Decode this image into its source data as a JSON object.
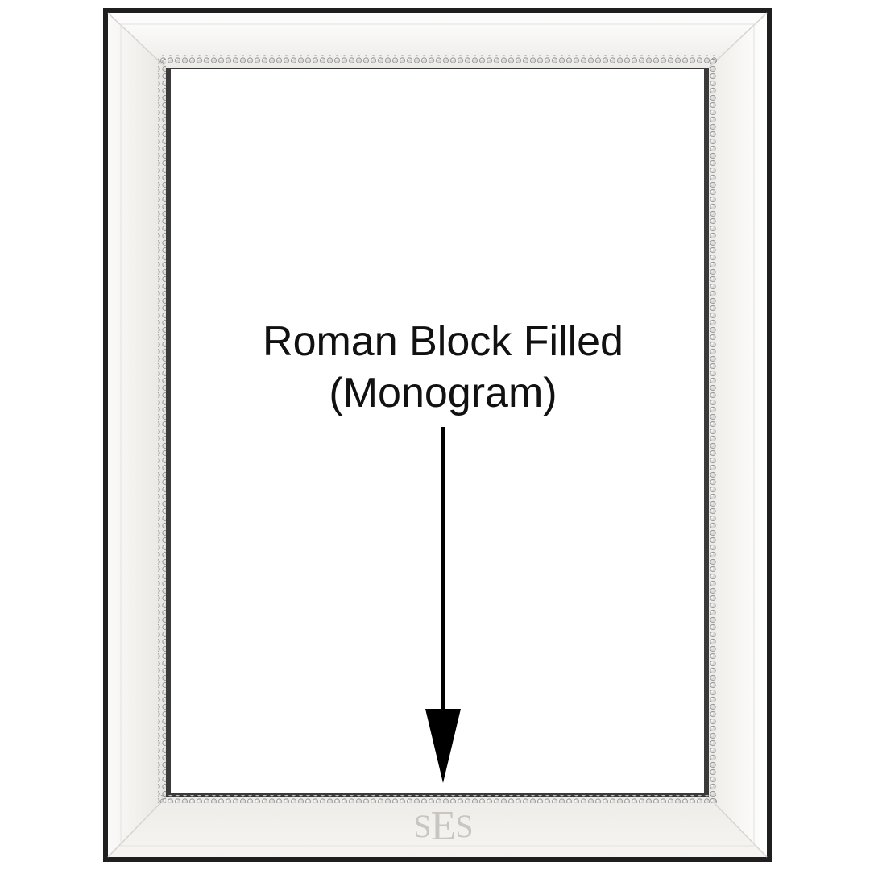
{
  "caption": {
    "line1": "Roman Block Filled",
    "line2": "(Monogram)"
  },
  "monogram": {
    "left": "S",
    "middle": "E",
    "right": "S"
  },
  "colors": {
    "frame_back": "#1f1f1f",
    "frame_face": "#f6f4f1",
    "bead": "#b9b9b9",
    "arrow": "#000000",
    "monogram": "#c9c6c2"
  },
  "icons": {
    "arrow": "arrow-down-icon"
  }
}
